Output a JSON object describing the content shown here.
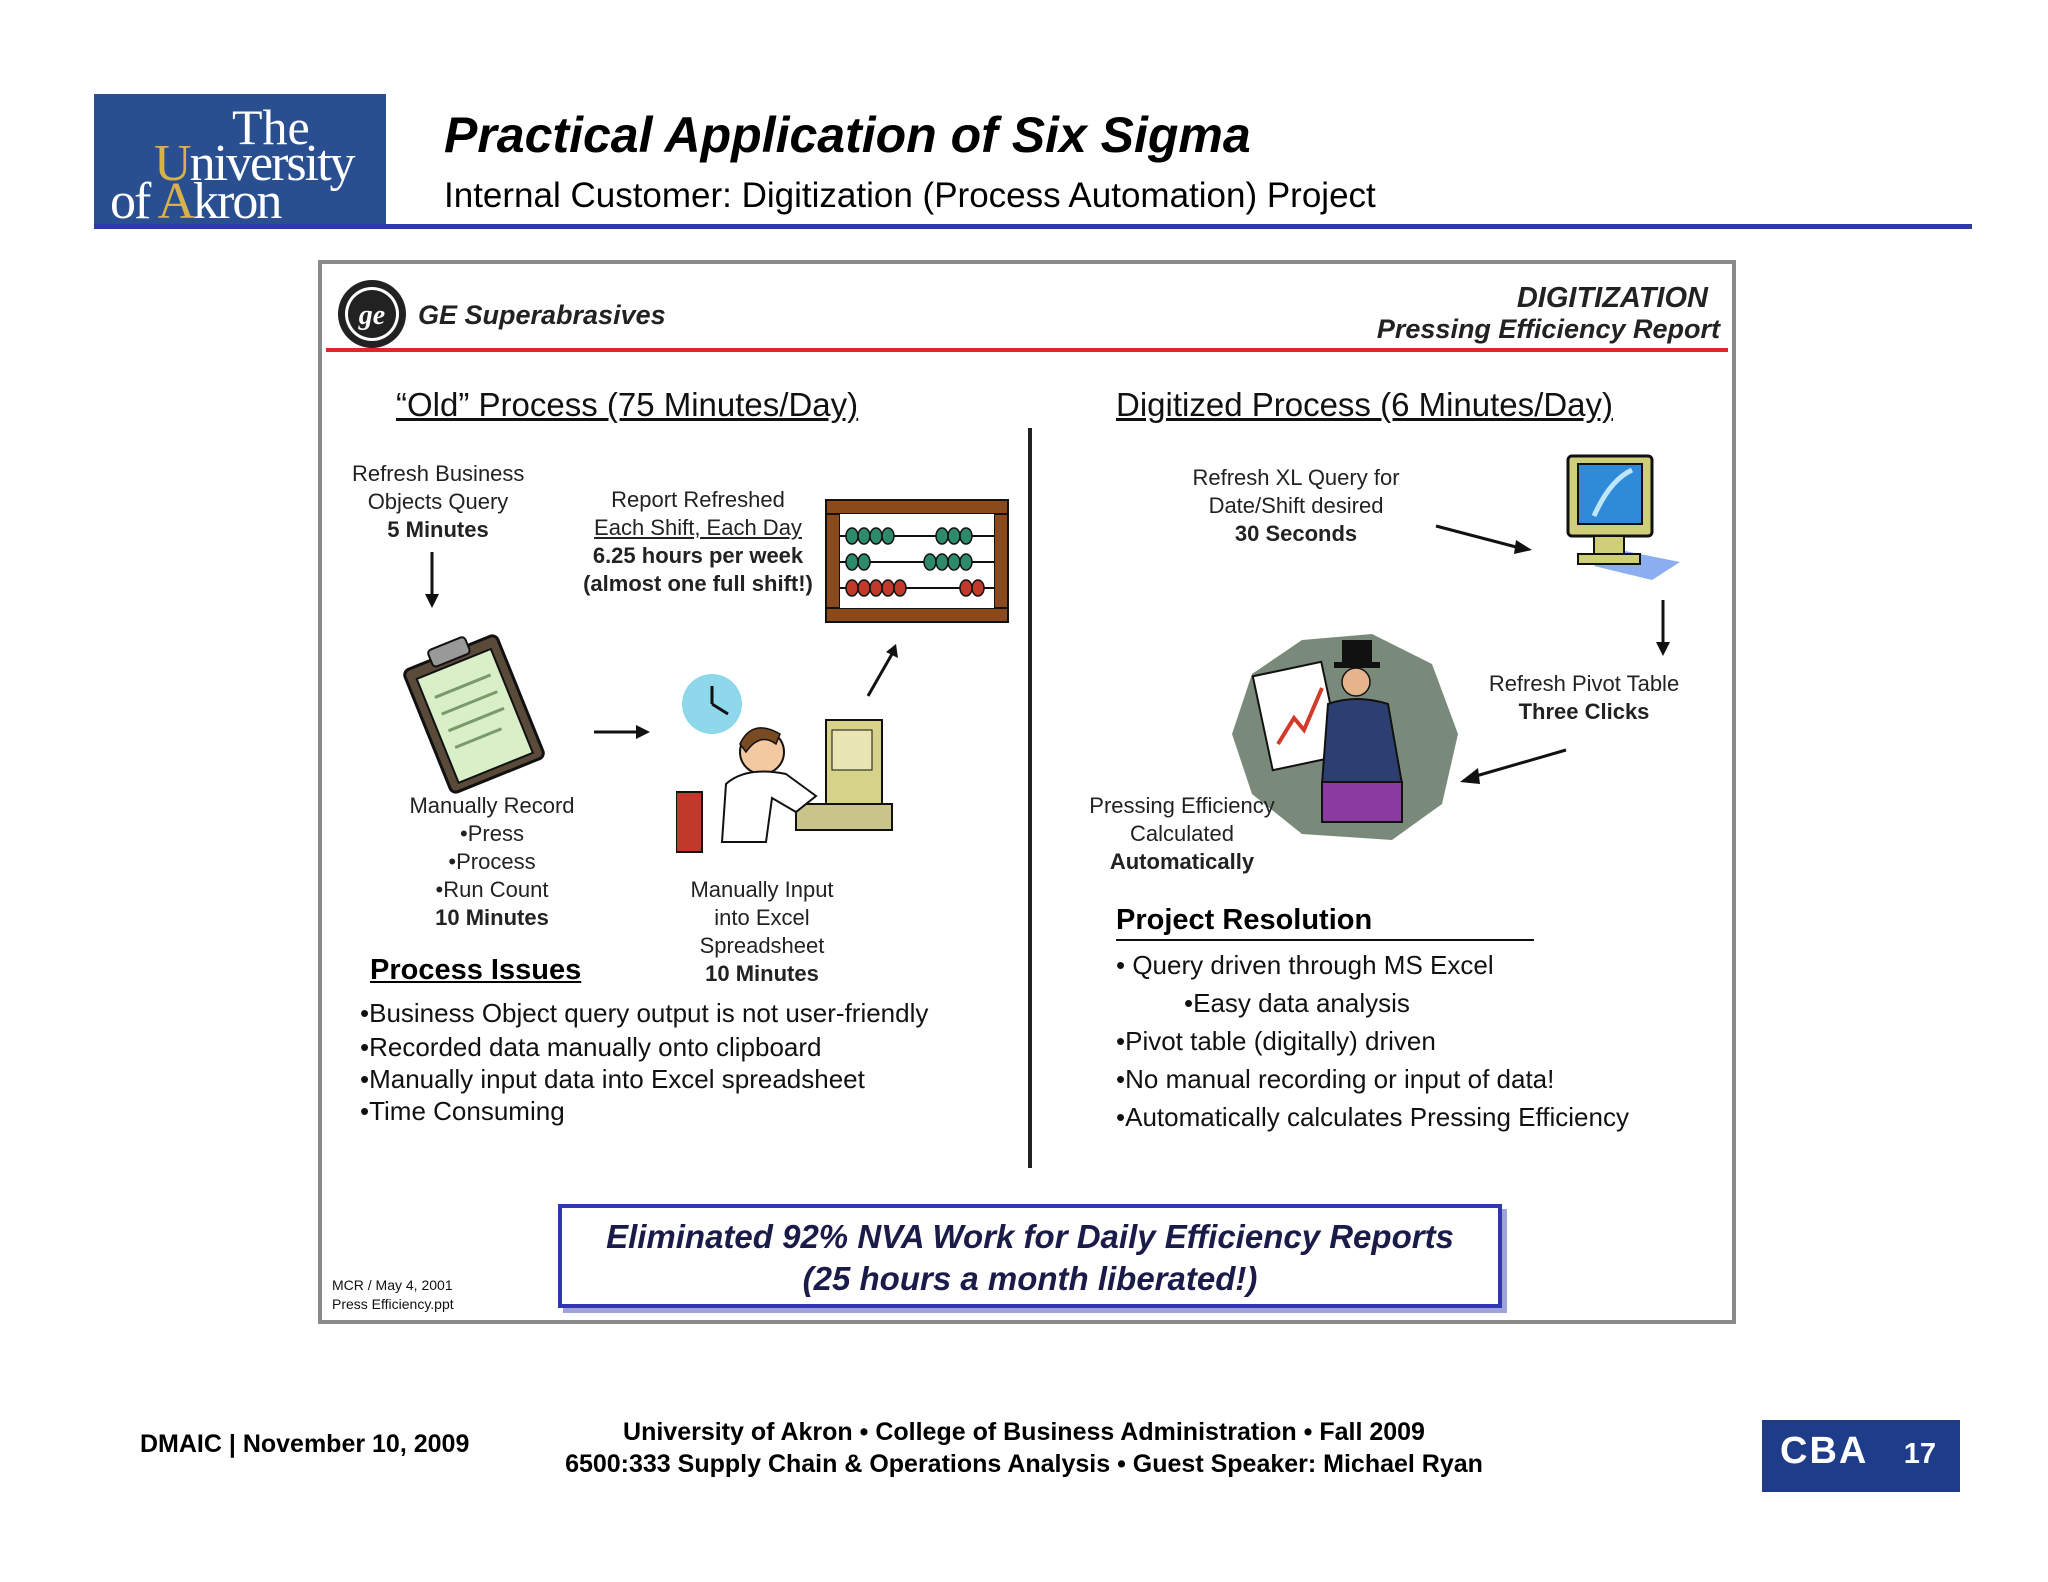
{
  "header": {
    "logo_text": [
      "The",
      "University",
      "of Akron"
    ],
    "title": "Practical Application of Six Sigma",
    "subtitle": "Internal Customer: Digitization (Process Automation) Project"
  },
  "slide": {
    "company": "GE Superabrasives",
    "report_title": "DIGITIZATION",
    "report_subtitle": "Pressing Efficiency Report",
    "old_heading": "“Old”  Process (75 Minutes/Day)",
    "new_heading": "Digitized Process (6 Minutes/Day)",
    "old_steps": {
      "refresh_bo": [
        "Refresh Business",
        "Objects Query"
      ],
      "refresh_bo_time": "5 Minutes",
      "report_refreshed": [
        "Report Refreshed",
        "Each Shift, Each Day"
      ],
      "report_hours": [
        "6.25 hours per week",
        "(almost one full shift!)"
      ],
      "manual_record": [
        "Manually Record",
        "•Press",
        "•Process",
        "•Run Count"
      ],
      "manual_record_time": "10 Minutes",
      "manual_input": [
        "Manually Input",
        "into Excel",
        "Spreadsheet"
      ],
      "manual_input_time": "10 Minutes"
    },
    "new_steps": {
      "refresh_xl": [
        "Refresh XL Query for",
        "Date/Shift desired"
      ],
      "refresh_xl_time": "30 Seconds",
      "refresh_pivot": "Refresh Pivot Table",
      "refresh_pivot_time": "Three Clicks",
      "pressing": [
        "Pressing Efficiency",
        "Calculated"
      ],
      "pressing_auto": "Automatically"
    },
    "issues_heading": "Process Issues",
    "issues": [
      "•Business Object query output is not user-friendly",
      "•Recorded data manually onto clipboard",
      "•Manually input data into Excel spreadsheet",
      "•Time Consuming"
    ],
    "resolution_heading": "Project Resolution",
    "resolution": [
      "• Query driven through MS Excel",
      "•Easy data analysis",
      "•Pivot table (digitally) driven",
      "•No manual recording or input of data!",
      "•Automatically calculates Pressing Efficiency"
    ],
    "banner": [
      "Eliminated 92% NVA Work for Daily Efficiency Reports",
      "(25 hours a month liberated!)"
    ],
    "footnote": [
      "MCR / May 4, 2001",
      "Press Efficiency.ppt"
    ]
  },
  "footer": {
    "left": "DMAIC | November 10, 2009",
    "center_line1": "University of Akron • College of Business Administration •  Fall 2009",
    "center_line2": "6500:333 Supply Chain & Operations Analysis • Guest Speaker: Michael Ryan",
    "badge": "CBA",
    "page": "17"
  }
}
